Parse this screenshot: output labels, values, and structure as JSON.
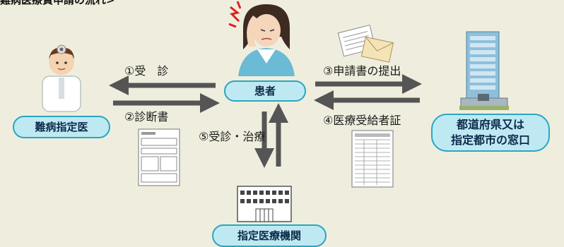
{
  "heading": "難病医療費申請の流れ>",
  "nodes": {
    "doctor": "難病指定医",
    "patient": "患者",
    "office_line1": "都道府県又は",
    "office_line2": "指定都市の窓口",
    "hospital": "指定医療機関"
  },
  "steps": {
    "s1": "①受　診",
    "s2": "②診断書",
    "s3": "③申請書の提出",
    "s4": "④医療受給者証",
    "s5": "⑤受診・治療"
  },
  "colors": {
    "background": "#efeede",
    "pill_fill": "#bfe9f2",
    "pill_border": "#2aa6c0",
    "arrow": "#555555"
  },
  "icons": {
    "doctor": "doctor-illustration-icon",
    "patient": "sick-woman-illustration-icon",
    "documents": "application-documents-icon",
    "building": "government-building-icon",
    "hospital": "hospital-building-icon",
    "certificate": "diagnosis-certificate-icon",
    "card": "recipient-certificate-icon"
  }
}
